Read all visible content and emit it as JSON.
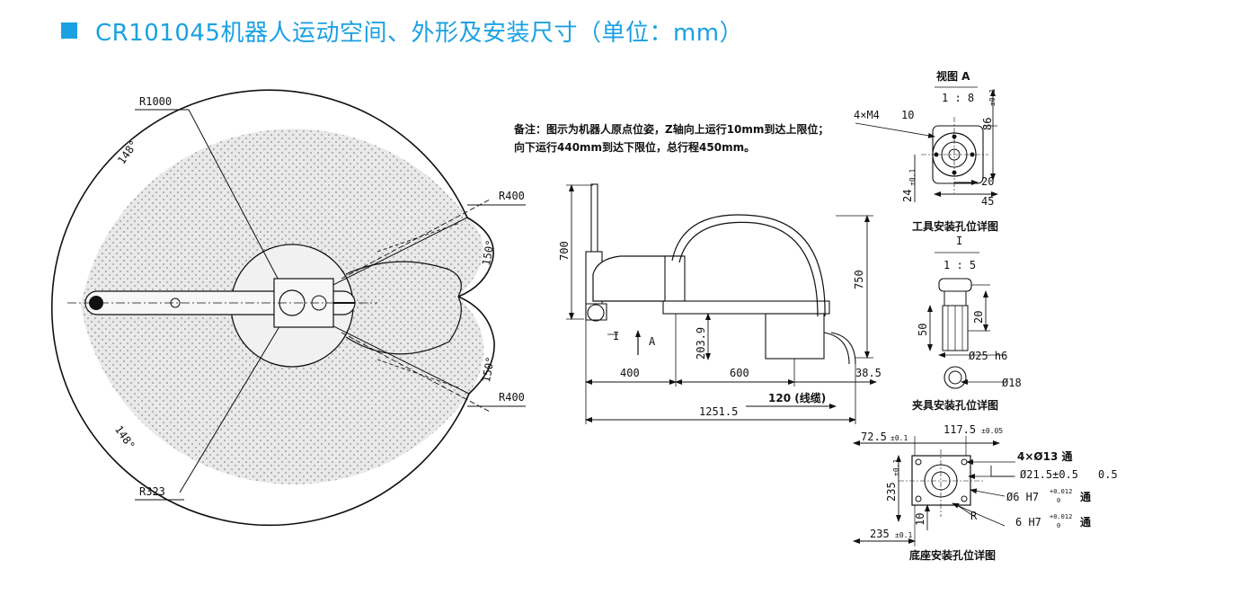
{
  "header": {
    "title": "CR101045机器人运动空间、外形及安装尺寸（单位：mm）",
    "accent_color": "#1ba1e2"
  },
  "workspace": {
    "r1000": "R1000",
    "r400_top": "R400",
    "r400_bottom": "R400",
    "r323": "R323",
    "angle_148_top": "148°",
    "angle_148_bottom": "148°",
    "angle_150_top": "150°",
    "angle_150_bottom": "150°"
  },
  "note": {
    "line1": "备注：图示为机器人原点位姿，Z轴向上运行10mm到达上限位；",
    "line2": "向下运行440mm到达下限位，总行程450mm。"
  },
  "side_view": {
    "dim_700": "700",
    "dim_750": "750",
    "dim_203_9": "203.9",
    "dim_400": "400",
    "dim_600": "600",
    "dim_38_5": "38.5",
    "dim_120": "120 (线缆)",
    "dim_1251_5": "1251.5",
    "label_I": "I",
    "label_A": "A"
  },
  "view_a": {
    "title": "视图 A",
    "scale": "1 : 8",
    "holes": "4×M4",
    "depth": "10",
    "dim_86": "86",
    "tol_86": "±0.1",
    "dim_24": "24",
    "tol_24": "±0.1",
    "dim_20": "20",
    "dim_45": "45",
    "caption": "工具安装孔位详图"
  },
  "view_i": {
    "label": "I",
    "scale": "1 : 5",
    "dim_50": "50",
    "dim_20": "20",
    "dia_25": "Ø25 h6",
    "dia_18": "Ø18",
    "caption": "夹具安装孔位详图"
  },
  "base_view": {
    "dim_72_5": "72.5",
    "tol_72_5": "±0.1",
    "dim_117_5": "117.5",
    "tol_117_5": "±0.05",
    "holes_13": "4×Ø13 通",
    "counterbore": "Ø21.5±0.5",
    "cb_depth": "0.5",
    "pin_hole": "Ø6 H7",
    "pin_tol_top": "+0.012",
    "pin_tol_bottom": "0",
    "pin_through": "通",
    "slot": "6 H7",
    "slot_tol_top": "+0.012",
    "slot_tol_bottom": "0",
    "slot_through": "通",
    "dim_235_v": "235",
    "tol_235_v": "±0.1",
    "dim_10": "10",
    "label_R": "R",
    "dim_235_h": "235",
    "tol_235_h": "±0.1",
    "caption": "底座安装孔位详图"
  }
}
